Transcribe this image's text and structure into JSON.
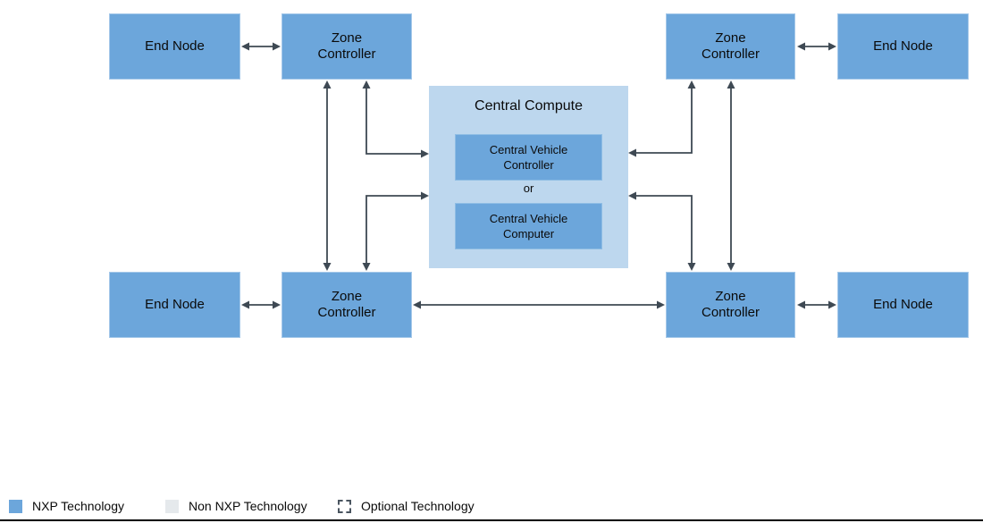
{
  "colors": {
    "nxp_blue": "#6ca6db",
    "central_compute_light_blue": "#bdd7ee",
    "non_nxp_gray": "#e5e9ec",
    "arrow_dark": "#3e4953",
    "bottom_rule": "#000000"
  },
  "nodes": {
    "end_node_top_left": "End Node",
    "zone_controller_top_left": "Zone\nController",
    "zone_controller_top_right": "Zone\nController",
    "end_node_top_right": "End Node",
    "end_node_bottom_left": "End Node",
    "zone_controller_bottom_left": "Zone\nController",
    "zone_controller_bottom_right": "Zone\nController",
    "end_node_bottom_right": "End Node"
  },
  "central_compute": {
    "title": "Central Compute",
    "option_1": "Central Vehicle\nController",
    "conjunction": "or",
    "option_2": "Central Vehicle\nComputer"
  },
  "legend": {
    "items": [
      {
        "label": "NXP Technology"
      },
      {
        "label": "Non NXP Technology"
      },
      {
        "label": "Optional Technology"
      }
    ]
  }
}
